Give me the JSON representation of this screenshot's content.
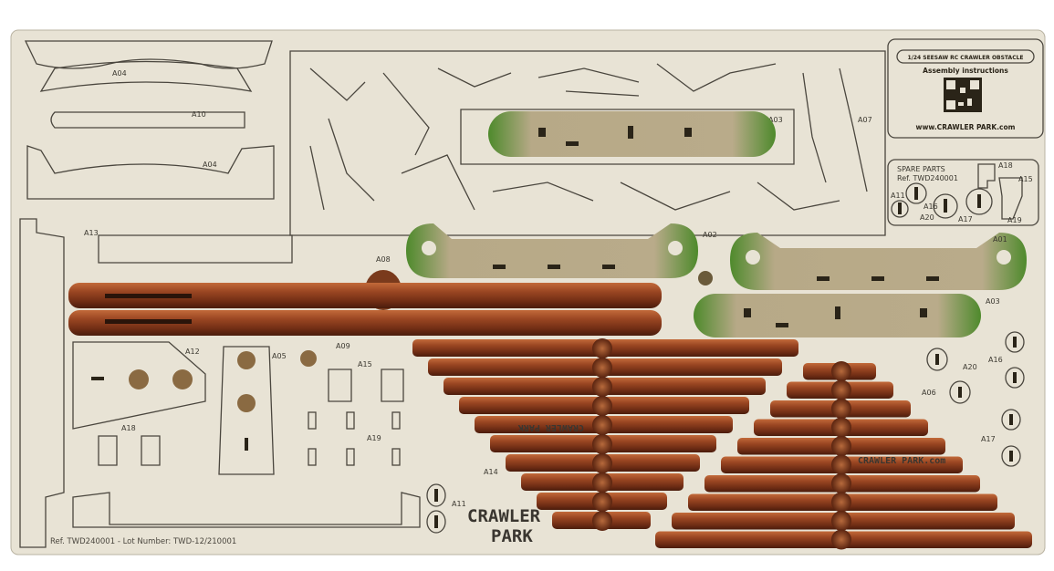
{
  "info_panel": {
    "title": "1/24 SEESAW RC CRAWLER OBSTACLE",
    "subtitle": "Assembly instructions",
    "website": "www.CRAWLER PARK.com"
  },
  "spare_parts": {
    "title": "SPARE PARTS",
    "ref": "Ref. TWD240001",
    "labels": [
      "A11",
      "A16",
      "A20",
      "A17",
      "A18",
      "A15",
      "A19"
    ]
  },
  "footer_ref": "Ref. TWD240001  -  Lot Number: TWD-12/210001",
  "logo": {
    "line1": "CRAWLER",
    "line2": "PARK"
  },
  "log_stamp_left": "CRAWLER PARK",
  "log_stamp_right": "CRAWLER PARK.com",
  "part_labels": {
    "a04_top": "A04",
    "a10": "A10",
    "a04": "A04",
    "a13": "A13",
    "a08": "A08",
    "a09": "A09",
    "a12": "A12",
    "a05": "A05",
    "a15": "A15",
    "a18": "A18",
    "a19": "A19",
    "a14": "A14",
    "a11": "A11",
    "a03_top": "A03",
    "a07": "A07",
    "a02": "A02",
    "a01": "A01",
    "a03": "A03",
    "a20": "A20",
    "a06": "A06",
    "a16": "A16",
    "a17": "A17"
  },
  "colors": {
    "plywood": "#e8e3d5",
    "wood": "#8a3f1f",
    "grass": "#4f8a2e",
    "dirt": "#b9ab8a"
  }
}
